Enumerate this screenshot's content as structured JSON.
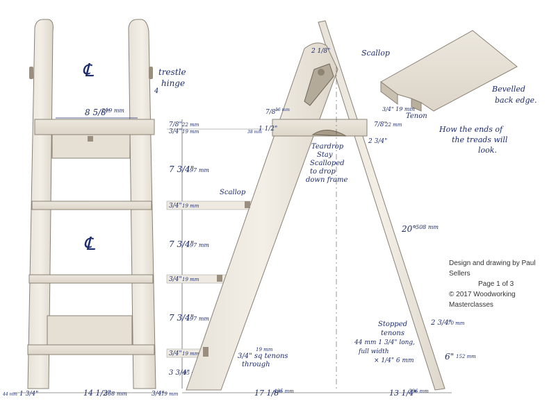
{
  "credit": {
    "line1": "Design and drawing by Paul Sellers",
    "line2": "Page 1 of 3",
    "line3": "© 2017 Woodworking Masterclasses"
  },
  "front_view": {
    "top_width_label": "8 5/8\"",
    "top_width_mm": "219 mm",
    "hinge_note_line1": "trestle",
    "hinge_note_line2": "hinge",
    "hinge_note_num": "4",
    "centre_mark_top": "℄",
    "centre_mark_mid": "℄",
    "bottom_width_label": "14 1/2\"",
    "bottom_width_mm": "368 mm",
    "leg_left_label": "1 3/4\"",
    "leg_left_mm": "44 mm",
    "leg_right_label": "3/4\"",
    "leg_right_mm": "19 mm"
  },
  "vertical_dims": [
    {
      "label": "7/8\"",
      "mm": "22 mm"
    },
    {
      "label": "3/4\"",
      "mm": "19 mm"
    },
    {
      "label": "7 3/4\"",
      "mm": "197 mm"
    },
    {
      "label": "3/4\"",
      "mm": "19 mm"
    },
    {
      "label": "7 3/4\"",
      "mm": "197 mm"
    },
    {
      "label": "3/4\"",
      "mm": "19 mm"
    },
    {
      "label": "7 3/4\"",
      "mm": "197 mm"
    },
    {
      "label": "3/4\"",
      "mm": "19 mm"
    },
    {
      "label": "3 3/4\"",
      "mm": "95 mm"
    }
  ],
  "side_view": {
    "top_dim": "2 1/8\"",
    "platform_left_label": "1 1/2\"",
    "platform_left_mm": "38 mm",
    "top_small_label": "7/8\"",
    "top_small_mm": "16 mm",
    "right_small_label": "7/8\"",
    "right_small_mm": "22 mm",
    "stay_gap_label": "2 3/4\"",
    "scallop_label": "Scallop",
    "stay_note": [
      "Teardrop",
      "Stay",
      "Scalloped",
      "to drop",
      "down frame"
    ],
    "angle_label": "20°",
    "length_mm": "508 mm",
    "tenon_note_mm": "19 mm",
    "tenon_note": [
      "3/4\" sq tenons",
      "through"
    ],
    "stopped_note": [
      "Stopped",
      "tenons",
      "44 mm 1 3/4\" long,",
      "full width",
      "× 1/4\" 6 mm"
    ],
    "lower_right_label": "2 3/4\"",
    "lower_right_mm": "70 mm",
    "bottom_right_label": "6\"",
    "bottom_right_mm": "152 mm",
    "base_left_label": "17 1/8\"",
    "base_left_mm": "435 mm",
    "base_right_label": "13 1/4\"",
    "base_right_mm": "336 mm"
  },
  "detail_view": {
    "scallop_label": "Scallop",
    "tenon_label": "3/4\" 19 mm",
    "tenon_word": "Tenon",
    "bevel_note": [
      "Bevelled",
      "back edge."
    ],
    "ends_note": [
      "How the ends of",
      "the treads will",
      "look."
    ]
  }
}
